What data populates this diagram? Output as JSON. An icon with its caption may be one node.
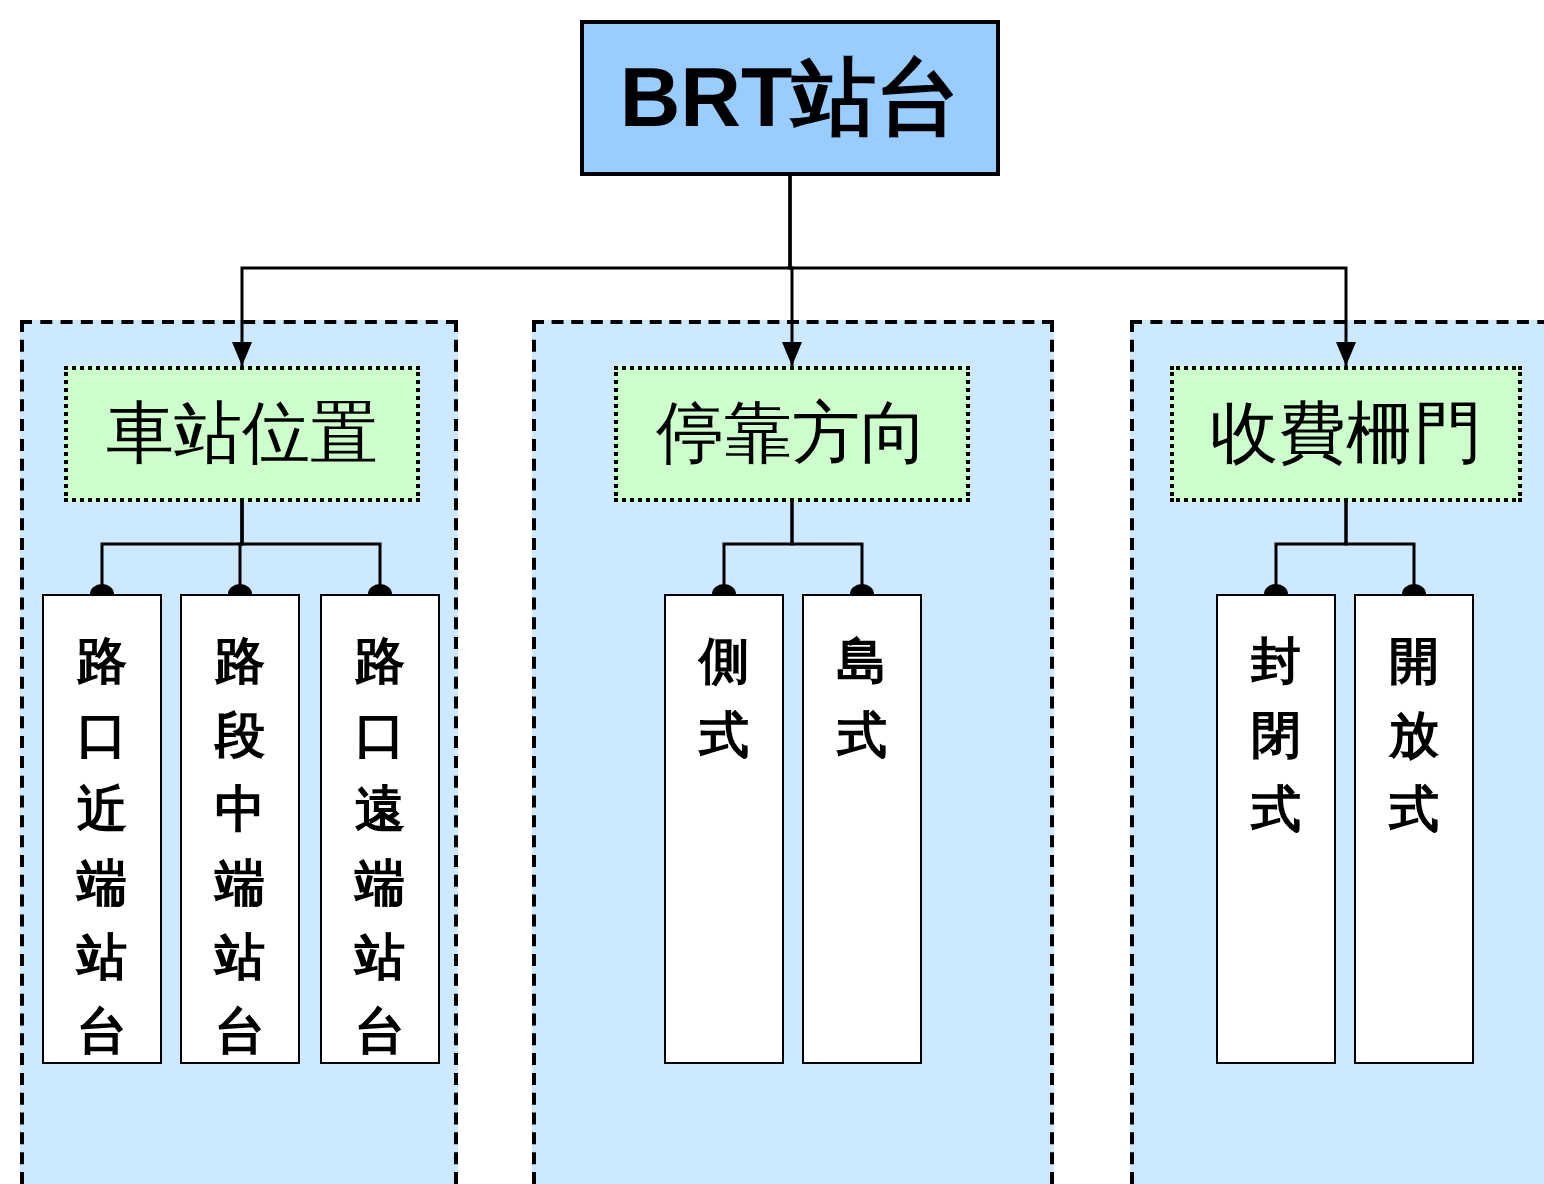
{
  "diagram": {
    "nodes": [
      {
        "text": [
          "BRT站台"
        ]
      },
      {
        "text": [],
        "shape": "box"
      },
      {
        "text": [
          "車站位置"
        ],
        "in": 1
      },
      {
        "text": [
          "路口近端站台"
        ],
        "in": 1
      },
      {
        "text": [
          "路段中端站台"
        ],
        "in": 1
      },
      {
        "text": [
          "路口遠端站台"
        ],
        "in": 1
      },
      {
        "text": [],
        "shape": "box"
      },
      {
        "text": [
          "停靠方向"
        ],
        "in": 6
      },
      {
        "text": [
          "側式"
        ],
        "in": 6
      },
      {
        "text": [
          "島式"
        ],
        "in": 6
      },
      {
        "text": [],
        "shape": "box"
      },
      {
        "text": [
          "收費柵門"
        ],
        "in": 10
      },
      {
        "text": [
          "封閉式"
        ],
        "in": 10
      },
      {
        "text": [
          "開放式"
        ],
        "in": 10
      }
    ],
    "edges": [
      {
        "from": 0,
        "to": 2,
        "arrow": "to"
      },
      {
        "from": 0,
        "to": 7,
        "arrow": "to"
      },
      {
        "from": 0,
        "to": 11,
        "arrow": "to"
      },
      {
        "from": 2,
        "to": 3,
        "arrow": "other"
      },
      {
        "from": 2,
        "to": 4,
        "arrow": "other"
      },
      {
        "from": 2,
        "to": 5,
        "arrow": "other"
      },
      {
        "from": 7,
        "to": 8,
        "arrow": "other"
      },
      {
        "from": 7,
        "to": 9,
        "arrow": "other"
      },
      {
        "from": 11,
        "to": 12,
        "arrow": "other"
      },
      {
        "from": 11,
        "to": 13,
        "arrow": "other"
      }
    ]
  }
}
